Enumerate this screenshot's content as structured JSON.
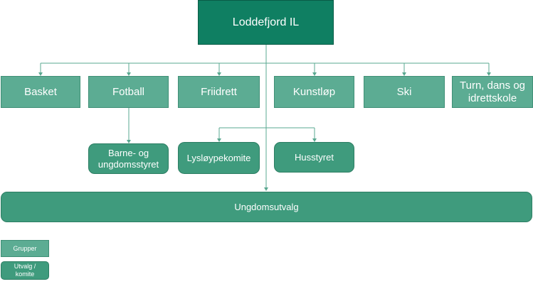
{
  "organization": {
    "name": "Loddefjord IL"
  },
  "groups": [
    {
      "id": "basket",
      "label": "Basket"
    },
    {
      "id": "fotball",
      "label": "Fotball"
    },
    {
      "id": "friidrett",
      "label": "Friidrett"
    },
    {
      "id": "kunstlop",
      "label": "Kunstløp"
    },
    {
      "id": "ski",
      "label": "Ski"
    },
    {
      "id": "turn",
      "label": "Turn, dans og idrettskole"
    }
  ],
  "committees": [
    {
      "id": "barne",
      "label": "Barne- og ungdomsstyret"
    },
    {
      "id": "lysloype",
      "label": "Lysløypekomite"
    },
    {
      "id": "husstyret",
      "label": "Husstyret"
    },
    {
      "id": "ungdomsutvalg",
      "label": "Ungdomsutvalg"
    }
  ],
  "legend": {
    "groups_label": "Grupper",
    "committees_label": "Utvalg / komite"
  },
  "colors": {
    "root": "#0f7f62",
    "group": "#5cac93",
    "committee": "#3f9b7d",
    "line": "#5aa890"
  }
}
